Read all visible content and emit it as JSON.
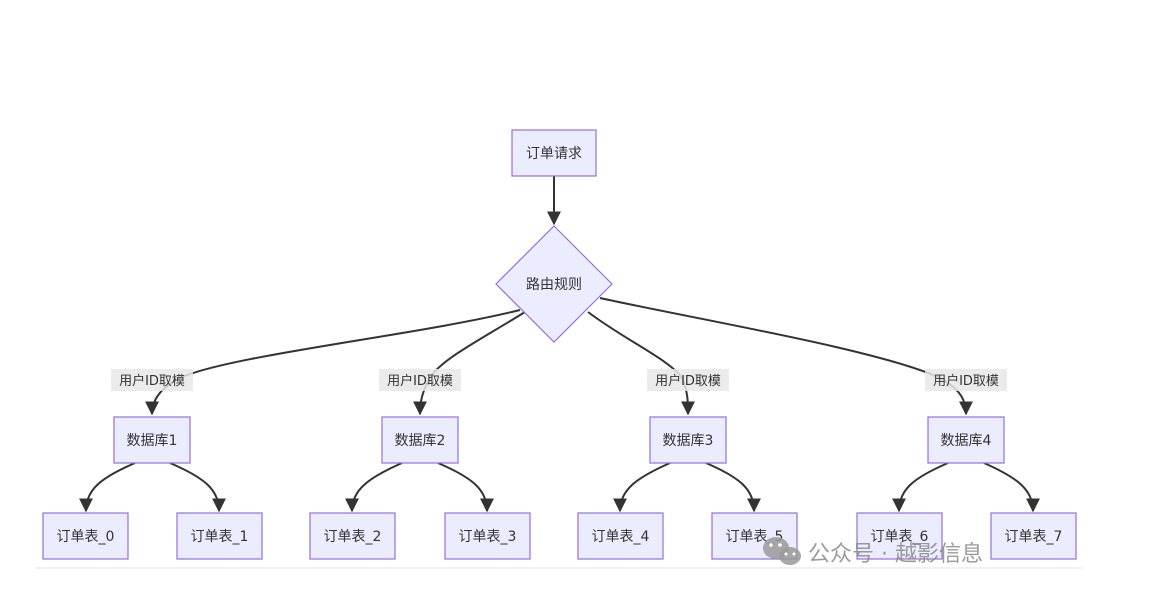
{
  "diagram": {
    "nodes": {
      "order_request": "订单请求",
      "routing_rule": "路由规则",
      "db1": "数据库1",
      "db2": "数据库2",
      "db3": "数据库3",
      "db4": "数据库4",
      "t0": "订单表_0",
      "t1": "订单表_1",
      "t2": "订单表_2",
      "t3": "订单表_3",
      "t4": "订单表_4",
      "t5": "订单表_5",
      "t6": "订单表_6",
      "t7": "订单表_7"
    },
    "edge_labels": {
      "to_db1": "用户ID取模",
      "to_db2": "用户ID取模",
      "to_db3": "用户ID取模",
      "to_db4": "用户ID取模"
    }
  },
  "watermark": {
    "text": "公众号 · 越影信息",
    "icon": "wechat-icon"
  },
  "colors": {
    "node_fill": "#ECECFF",
    "node_stroke": "#9370DB",
    "edge": "#333333",
    "label_bg": "#E8E8E8"
  }
}
